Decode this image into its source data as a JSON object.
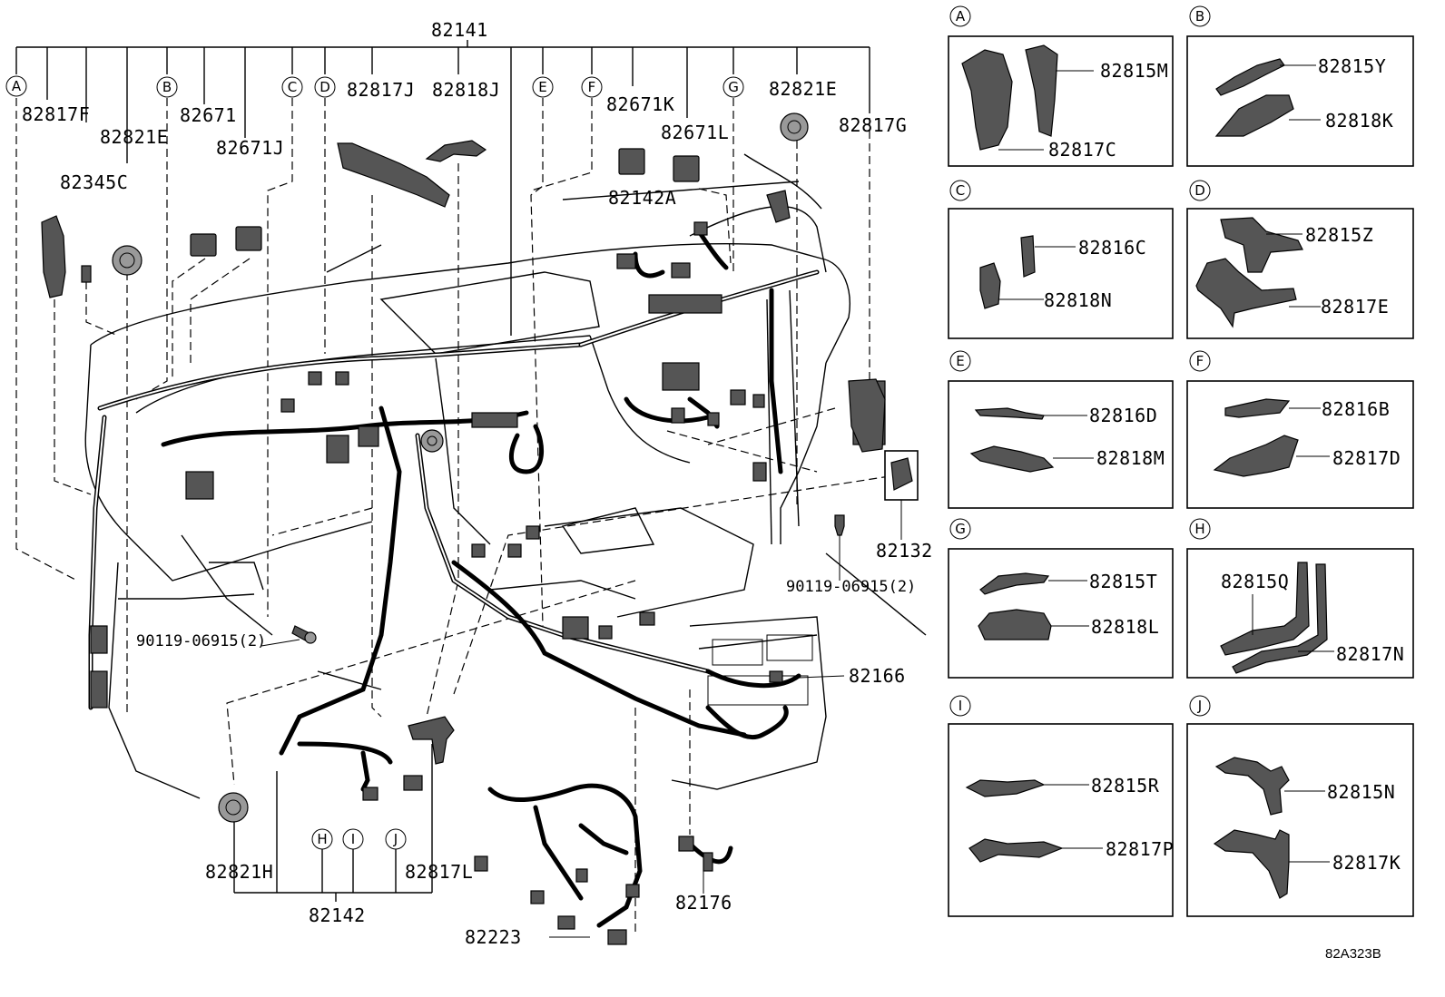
{
  "main": {
    "top_label": "82141",
    "bottom_label": "82142",
    "letters": [
      "A",
      "B",
      "C",
      "D",
      "E",
      "F",
      "G",
      "H",
      "I",
      "J"
    ],
    "labels": {
      "l82817F": "82817F",
      "l82821E_left": "82821E",
      "l82345C": "82345C",
      "l82671": "82671",
      "l82671J": "82671J",
      "l82817J": "82817J",
      "l82818J": "82818J",
      "l82671K": "82671K",
      "l82671L": "82671L",
      "l82142A": "82142A",
      "l82821E_right": "82821E",
      "l82817G": "82817G",
      "l82132": "82132",
      "l90119_right": "90119-06915(2)",
      "l90119_left": "90119-06915(2)",
      "l82166": "82166",
      "l82821H": "82821H",
      "l82817L": "82817L",
      "l82223": "82223",
      "l82176": "82176"
    }
  },
  "insets": [
    {
      "letter": "A",
      "parts": [
        "82815M",
        "82817C"
      ]
    },
    {
      "letter": "B",
      "parts": [
        "82815Y",
        "82818K"
      ]
    },
    {
      "letter": "C",
      "parts": [
        "82816C",
        "82818N"
      ]
    },
    {
      "letter": "D",
      "parts": [
        "82815Z",
        "82817E"
      ]
    },
    {
      "letter": "E",
      "parts": [
        "82816D",
        "82818M"
      ]
    },
    {
      "letter": "F",
      "parts": [
        "82816B",
        "82817D"
      ]
    },
    {
      "letter": "G",
      "parts": [
        "82815T",
        "82818L"
      ]
    },
    {
      "letter": "H",
      "parts": [
        "82815Q",
        "82817N"
      ]
    },
    {
      "letter": "I",
      "parts": [
        "82815R",
        "82817P"
      ]
    },
    {
      "letter": "J",
      "parts": [
        "82815N",
        "82817K"
      ]
    }
  ],
  "reference_code": "82A323B"
}
